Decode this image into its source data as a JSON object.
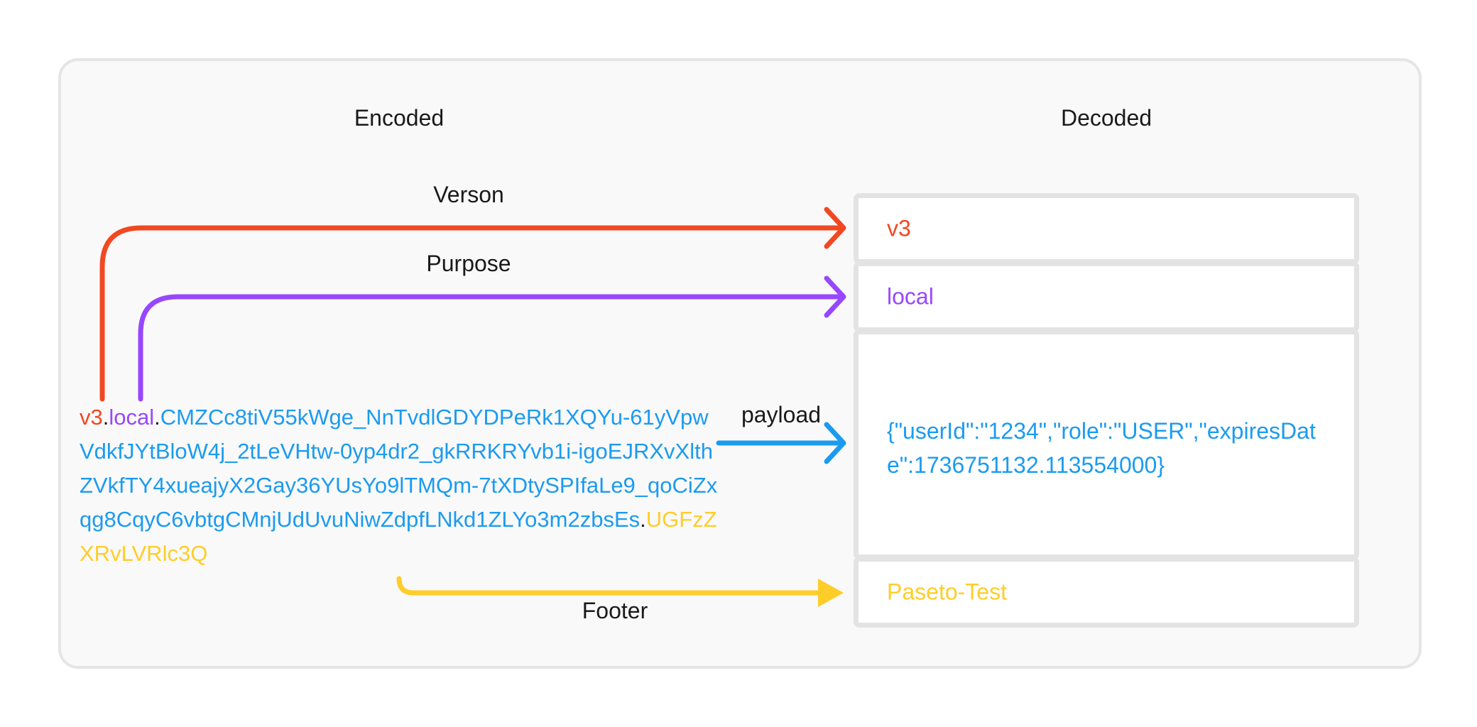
{
  "headers": {
    "encoded": "Encoded",
    "decoded": "Decoded"
  },
  "labels": {
    "version": "Verson",
    "purpose": "Purpose",
    "payload": "payload",
    "footer": "Footer"
  },
  "token": {
    "version": "v3",
    "dot1": ".",
    "purpose": "local",
    "dot2": ".",
    "payload": "CMZCc8tiV55kWge_NnTvdlGDYDPeRk1XQYu-61yVpwVdkfJYtBloW4j_2tLeVHtw-0yp4dr2_gkRRKRYvb1i-igoEJRXvXlthZVkfTY4xueajyX2Gay36YUsYo9lTMQm-7tXDtySPIfaLe9_qoCiZxqg8CqyC6vbtgCMnjUdUvuNiwZdpfLNkd1ZLYo3m2zbsEs",
    "dot3": ".",
    "footer": "UGFzZXRvLVRlc3Q"
  },
  "decoded": {
    "version": "v3",
    "purpose": "local",
    "payload": "{\"userId\":\"1234\",\"role\":\"USER\",\"expiresDate\":1736751132.113554000}",
    "footer": "Paseto-Test"
  },
  "colors": {
    "version": "#f24822",
    "purpose": "#9747ff",
    "payload": "#1b9bf0",
    "footer": "#ffcd29",
    "separator": "#1a1a1a",
    "panel_bg": "#f9f9f9",
    "panel_border": "#e5e5e5",
    "box_border": "#e3e3e3"
  }
}
